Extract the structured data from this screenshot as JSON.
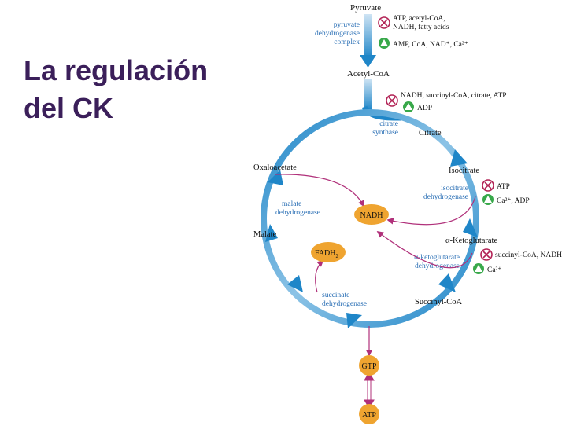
{
  "title": {
    "line1": "La regulación",
    "line2": "del CK"
  },
  "metabolites": {
    "pyruvate": "Pyruvate",
    "acetyl_coa": "Acetyl-CoA",
    "citrate": "Citrate",
    "isocitrate": "Isocitrate",
    "alpha_ketoglutarate": "α-Ketoglutarate",
    "succinyl_coa": "Succinyl-CoA",
    "malate": "Malate",
    "oxaloacetate": "Oxaloacetate"
  },
  "enzymes": {
    "pdh": [
      "pyruvate",
      "dehydrogenase",
      "complex"
    ],
    "citrate_synthase": [
      "citrate",
      "synthase"
    ],
    "isocitrate_dh": [
      "isocitrate",
      "dehydrogenase"
    ],
    "akg_dh": [
      "α-ketoglutarate",
      "dehydrogenase"
    ],
    "succinate_dh": [
      "succinate",
      "dehydrogenase"
    ],
    "malate_dh": [
      "malate",
      "dehydrogenase"
    ]
  },
  "products": {
    "nadh": "NADH",
    "fadh2": "FADH",
    "fadh2_sub": "2",
    "gtp": "GTP",
    "atp": "ATP"
  },
  "regulation": {
    "pdh_inhibitors_1": "ATP, acetyl-CoA,",
    "pdh_inhibitors_2": "NADH, fatty acids",
    "pdh_activators": "AMP, CoA, NAD⁺, Ca²⁺",
    "cs_inhibitors": "NADH, succinyl-CoA, citrate, ATP",
    "cs_activators": "ADP",
    "idh_inhibitors": "ATP",
    "idh_activators": "Ca²⁺, ADP",
    "akgdh_inhibitors": "succinyl-CoA, NADH",
    "akgdh_activators": "Ca²⁺"
  },
  "colors": {
    "title": "#3b1f5a",
    "cycle_arrow": "#1f86c8",
    "enzyme_text": "#2a6fb5",
    "node_fill": "#efa430",
    "side_arrow": "#b0307a",
    "inhibit": "#b22255",
    "activate": "#38a84a"
  },
  "icons": {
    "inhibit": "inhibit-x-icon",
    "activate": "activate-triangle-icon"
  }
}
